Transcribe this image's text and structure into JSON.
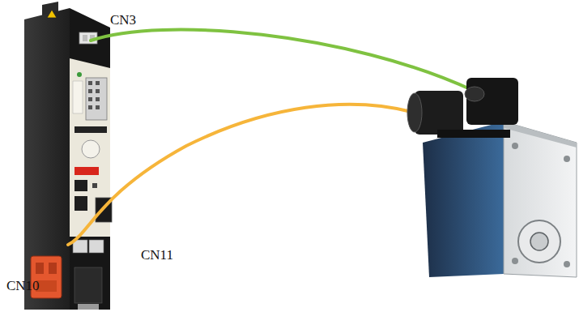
{
  "diagram": {
    "labels": [
      "CN3",
      "CN11",
      "CN10"
    ]
  }
}
